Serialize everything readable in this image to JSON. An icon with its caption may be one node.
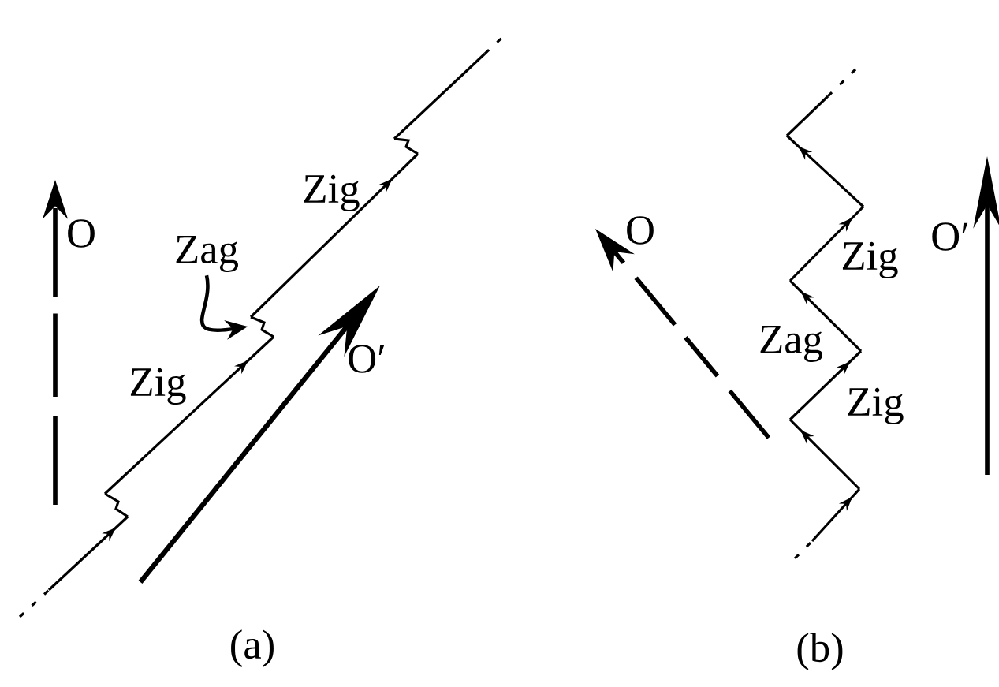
{
  "diagram": {
    "nodes": [
      {
        "text": [
          "Zag"
        ]
      },
      {
        "text": [],
        "shape": "picture"
      }
    ],
    "edges": [
      {
        "from": 0,
        "to": 1,
        "arrow": "to"
      }
    ],
    "labels": [
      "O",
      "Zig",
      "Zig",
      "O′",
      "(a)",
      "O",
      "O′",
      "Zig",
      "Zag",
      "Zig",
      "(b)"
    ]
  }
}
